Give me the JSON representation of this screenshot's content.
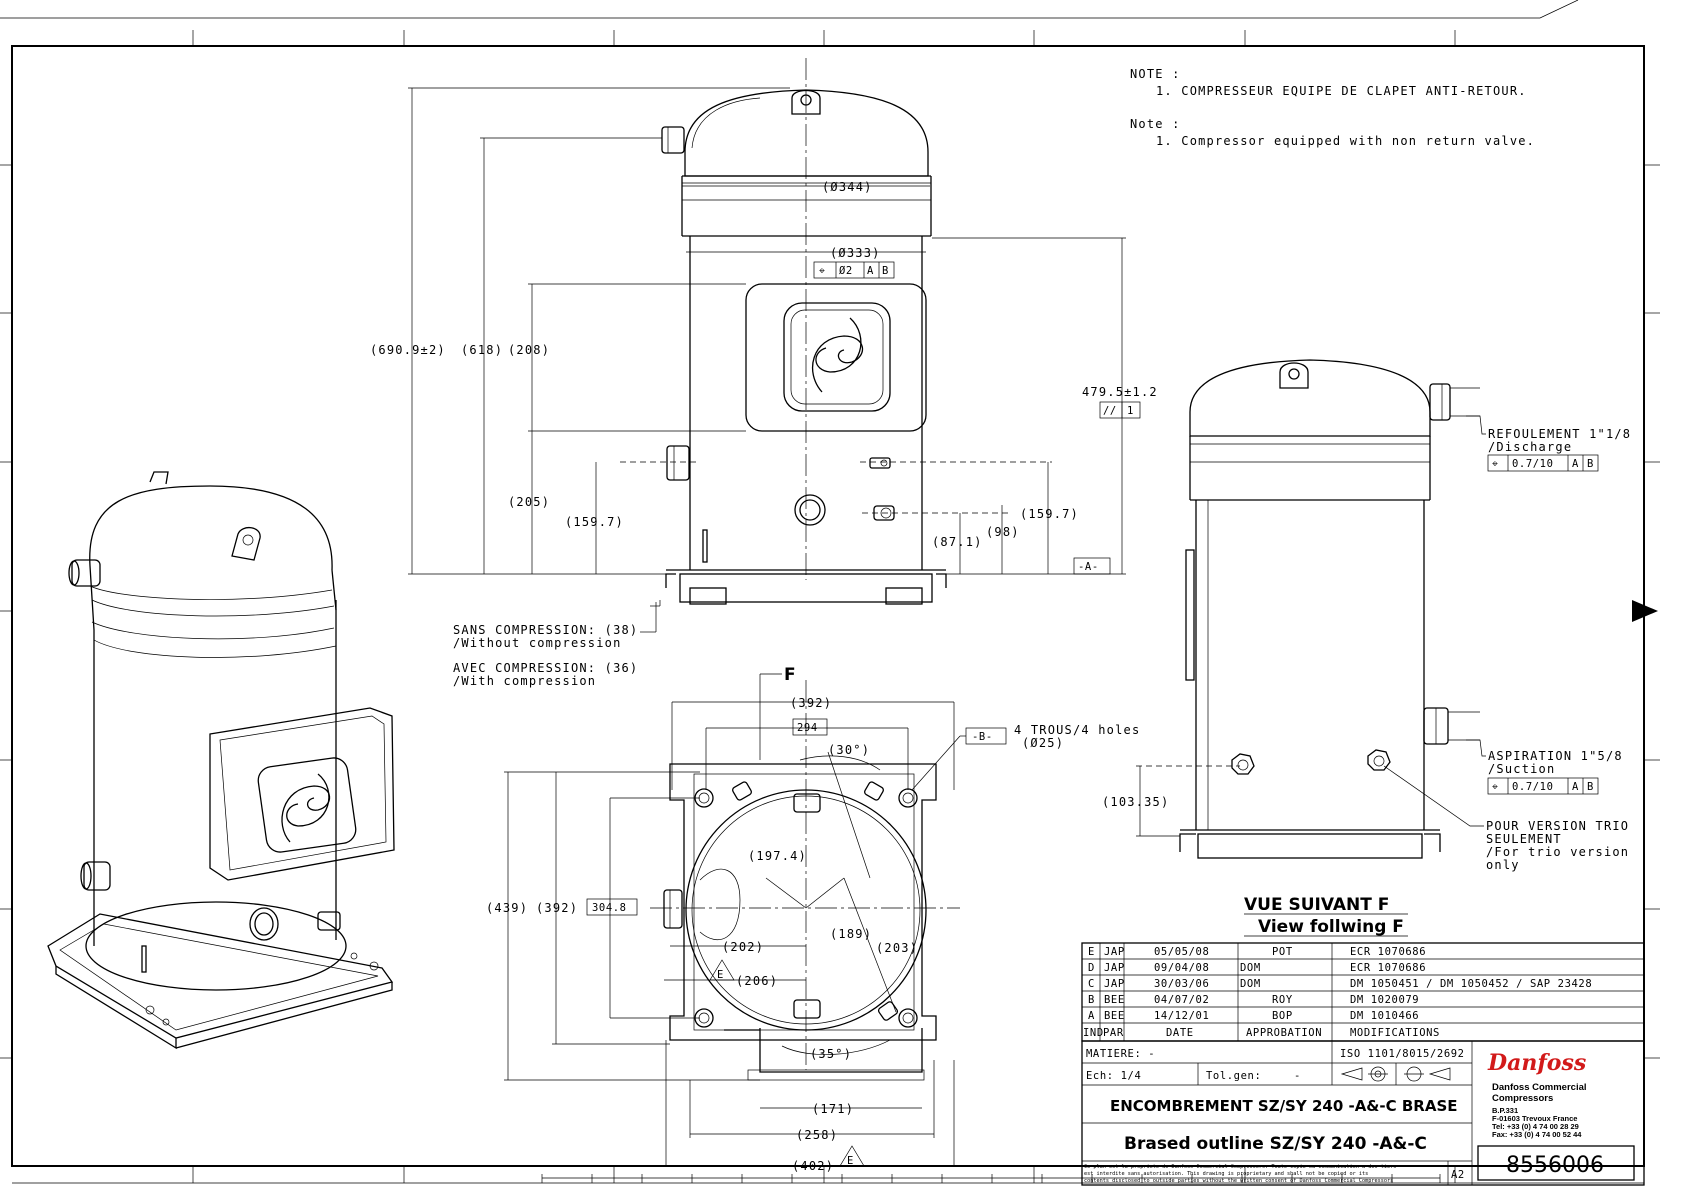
{
  "notes": {
    "fr_heading": "NOTE :",
    "fr_text": "1. COMPRESSEUR EQUIPE DE CLAPET ANTI-RETOUR.",
    "en_heading": "Note :",
    "en_text": "1. Compressor equipped with non return valve."
  },
  "front_view": {
    "dim_dome_dia": "(Ø344)",
    "dim_shell_dia": "(Ø333)",
    "dim_height_total": "(690.9±2)",
    "dim_height_618": "(618)",
    "dim_208": "(208)",
    "dim_205": "(205)",
    "dim_159_left": "(159.7)",
    "dim_159_right": "(159.7)",
    "dim_87": "(87.1)",
    "dim_98": "(98)",
    "dim_479": "479.5±1.2",
    "gdt_position": [
      "⌖",
      "Ø2",
      "A",
      "B"
    ],
    "gdt_parallel": [
      "//",
      "1"
    ],
    "datum_a": "-A-"
  },
  "side_view": {
    "discharge_fr": "REFOULEMENT 1\"1/8",
    "discharge_en": "/Discharge",
    "discharge_tol": [
      "⌖",
      "0.7/10",
      "A",
      "B"
    ],
    "suction_fr": "ASPIRATION 1\"5/8",
    "suction_en": "/Suction",
    "suction_tol": [
      "⌖",
      "0.7/10",
      "A",
      "B"
    ],
    "trio_fr_1": "POUR VERSION TRIO",
    "trio_fr_2": "SEULEMENT",
    "trio_en_1": "/For trio version",
    "trio_en_2": "only",
    "dim_103": "(103.35)"
  },
  "compression": {
    "sans_fr": "SANS COMPRESSION: (38)",
    "sans_en": "/Without compression",
    "avec_fr": "AVEC COMPRESSION: (36)",
    "avec_en": "/With compression"
  },
  "bottom_view": {
    "view_label": "F",
    "dim_392_top": "(392)",
    "dim_294": "294",
    "dim_30deg": "(30°)",
    "datum_b": "-B-",
    "holes_text": "4 TROUS/4 holes",
    "holes_dia": "(Ø25)",
    "dim_439": "(439)",
    "dim_392_left": "(392)",
    "dim_304": "304.8",
    "dim_197": "(197.4)",
    "dim_189": "(189)",
    "dim_203": "(203)",
    "dim_202": "(202)",
    "dim_206": "(206)",
    "dim_35deg": "(35°)",
    "dim_171": "(171)",
    "dim_258": "(258)",
    "dim_402": "(402)",
    "marker_e": "E"
  },
  "view_title": {
    "fr": "VUE SUIVANT F",
    "en": "View follwing F"
  },
  "revisions": [
    {
      "ind": "E",
      "par": "JAP",
      "date": "05/05/08",
      "appro": "POT",
      "modif": "ECR 1070686"
    },
    {
      "ind": "D",
      "par": "JAP",
      "date": "09/04/08",
      "appro": "DOM",
      "modif": "ECR 1070686"
    },
    {
      "ind": "C",
      "par": "JAP",
      "date": "30/03/06",
      "appro": "DOM",
      "modif": "DM 1050451 / DM 1050452 / SAP 23428"
    },
    {
      "ind": "B",
      "par": "BEE",
      "date": "04/07/02",
      "appro": "ROY",
      "modif": "DM 1020079"
    },
    {
      "ind": "A",
      "par": "BEE",
      "date": "14/12/01",
      "appro": "BOP",
      "modif": "DM 1010466"
    }
  ],
  "revision_header": {
    "ind": "IND",
    "par": "PAR",
    "date": "DATE",
    "appro": "APPROBATION",
    "modif": "MODIFICATIONS"
  },
  "title_block": {
    "matiere": "MATIERE: -",
    "iso": "ISO 1101/8015/2692",
    "echelle": "Ech: 1/4",
    "tolgen": "Tol.gen:",
    "tolgen_value": "-",
    "title_fr": "ENCOMBREMENT SZ/SY 240 -A&-C BRASE",
    "title_en": "Brased outline SZ/SY 240 -A&-C",
    "legal_1": "Ce plan est la propriete de Danfoss Commercial Compressors. Toute copie ou communication a des tiers",
    "legal_2": "est interdite sans autorisation. This drawing is proprietary and shall not be copied or its",
    "legal_3": "contents disclosed to outside parties without the written consent of Danfoss Commercial Compressors",
    "format": "A2",
    "drawing_number": "8556006",
    "brand": "Danfoss",
    "company_1": "Danfoss Commercial",
    "company_2": "Compressors",
    "addr_1": "B.P.331",
    "addr_2": "F-01603 Trevoux France",
    "tel": "Tel: +33 (0) 4 74 00 28 29",
    "fax": "Fax: +33 (0) 4 74 00 52 44"
  },
  "colors": {
    "line": "#000000",
    "logo": "#d21a1a",
    "paper": "#ffffff"
  }
}
